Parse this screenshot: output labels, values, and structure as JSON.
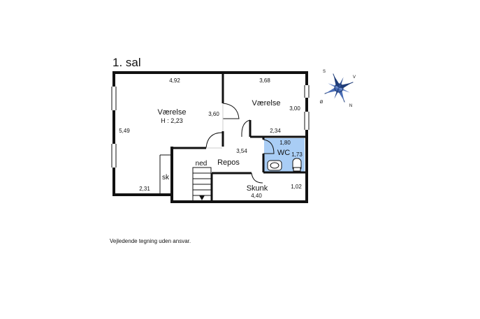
{
  "floor": {
    "title": "1. sal"
  },
  "rooms": {
    "vaerelse_left": {
      "name": "Værelse",
      "height": "H : 2,23"
    },
    "vaerelse_right": {
      "name": "Værelse"
    },
    "wc": {
      "name": "WC"
    },
    "repos": {
      "name": "Repos"
    },
    "skunk": {
      "name": "Skunk"
    },
    "stairs_label": "ned",
    "closet_label": "sk"
  },
  "dimensions": {
    "left_top": "4,92",
    "left_side": "5,49",
    "left_bottom": "2,31",
    "left_inner": "3,60",
    "right_top": "3,68",
    "right_side": "3,00",
    "right_bottom": "2,34",
    "repos": "3,54",
    "wc_top": "1,80",
    "wc_side": "1,73",
    "skunk_side": "1,02",
    "skunk_bottom": "4,40"
  },
  "compass": {
    "s": "S",
    "v": "V",
    "o": "Ø",
    "n": "N"
  },
  "colors": {
    "wall": "#111111",
    "wc_fill": "#a9cdf5",
    "window": "#ffffff"
  },
  "footer": {
    "disclaimer": "Vejledende tegning uden ansvar."
  }
}
